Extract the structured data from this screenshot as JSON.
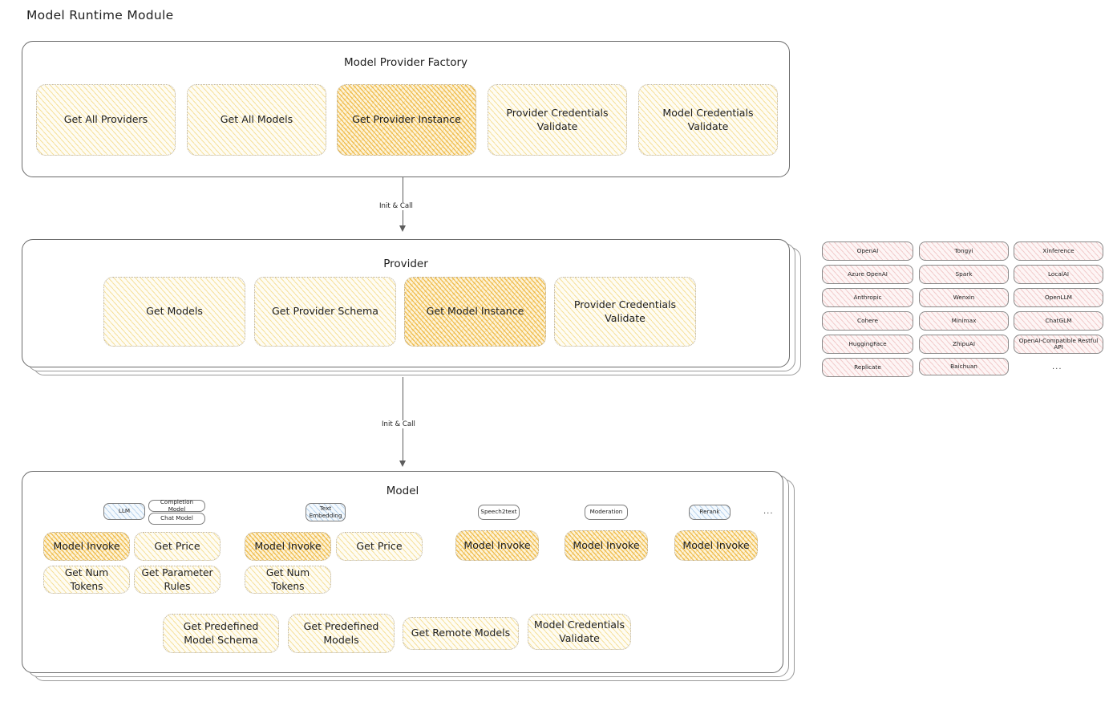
{
  "page": {
    "title": "Model Runtime Module"
  },
  "factory": {
    "title": "Model Provider Factory",
    "boxes": [
      {
        "label": "Get All Providers",
        "highlight": false
      },
      {
        "label": "Get All Models",
        "highlight": false
      },
      {
        "label": "Get Provider Instance",
        "highlight": true
      },
      {
        "label": "Provider Credentials Validate",
        "highlight": false
      },
      {
        "label": "Model Credentials Validate",
        "highlight": false
      }
    ]
  },
  "arrows": [
    {
      "label": "Init & Call"
    },
    {
      "label": "Init & Call"
    }
  ],
  "provider": {
    "title": "Provider",
    "boxes": [
      {
        "label": "Get Models",
        "highlight": false
      },
      {
        "label": "Get Provider Schema",
        "highlight": false
      },
      {
        "label": "Get Model Instance",
        "highlight": true
      },
      {
        "label": "Provider Credentials Validate",
        "highlight": false
      }
    ]
  },
  "provider_list": {
    "ellipsis": "...",
    "columns": [
      [
        "OpenAI",
        "Azure OpenAI",
        "Anthropic",
        "Cohere",
        "HuggingFace",
        "Replicate"
      ],
      [
        "Tongyi",
        "Spark",
        "Wenxin",
        "Minimax",
        "ZhipuAI",
        "Baichuan"
      ],
      [
        "Xinference",
        "LocalAI",
        "OpenLLM",
        "ChatGLM",
        "OpenAI-Compatible Restful API"
      ]
    ]
  },
  "model": {
    "title": "Model",
    "ellipsis": "...",
    "types": [
      {
        "tag": "LLM",
        "tag_style": "blue",
        "subtags": [
          "Completion Model",
          "Chat Model"
        ],
        "methods": [
          {
            "label": "Model Invoke",
            "highlight": true
          },
          {
            "label": "Get Price",
            "highlight": false
          },
          {
            "label": "Get Num Tokens",
            "highlight": false
          },
          {
            "label": "Get Parameter Rules",
            "highlight": false
          }
        ]
      },
      {
        "tag": "Text Embedding",
        "tag_style": "blue",
        "subtags": [],
        "methods": [
          {
            "label": "Model Invoke",
            "highlight": true
          },
          {
            "label": "Get Price",
            "highlight": false
          },
          {
            "label": "Get Num Tokens",
            "highlight": false
          }
        ]
      },
      {
        "tag": "Speech2text",
        "tag_style": "white",
        "subtags": [],
        "methods": [
          {
            "label": "Model Invoke",
            "highlight": true
          }
        ]
      },
      {
        "tag": "Moderation",
        "tag_style": "white",
        "subtags": [],
        "methods": [
          {
            "label": "Model Invoke",
            "highlight": true
          }
        ]
      },
      {
        "tag": "Rerank",
        "tag_style": "blue",
        "subtags": [],
        "methods": [
          {
            "label": "Model Invoke",
            "highlight": true
          }
        ]
      }
    ],
    "common": [
      {
        "label": "Get Predefined Model Schema"
      },
      {
        "label": "Get Predefined Models"
      },
      {
        "label": "Get Remote Models"
      },
      {
        "label": "Model Credentials Validate"
      }
    ]
  },
  "colors": {
    "highlight_fill": "#f5c563",
    "normal_fill": "#fdf8e4",
    "provider_pill": "#fdf0f0",
    "tag_blue": "#e8f2fb",
    "stroke": "#6b6b6b"
  }
}
